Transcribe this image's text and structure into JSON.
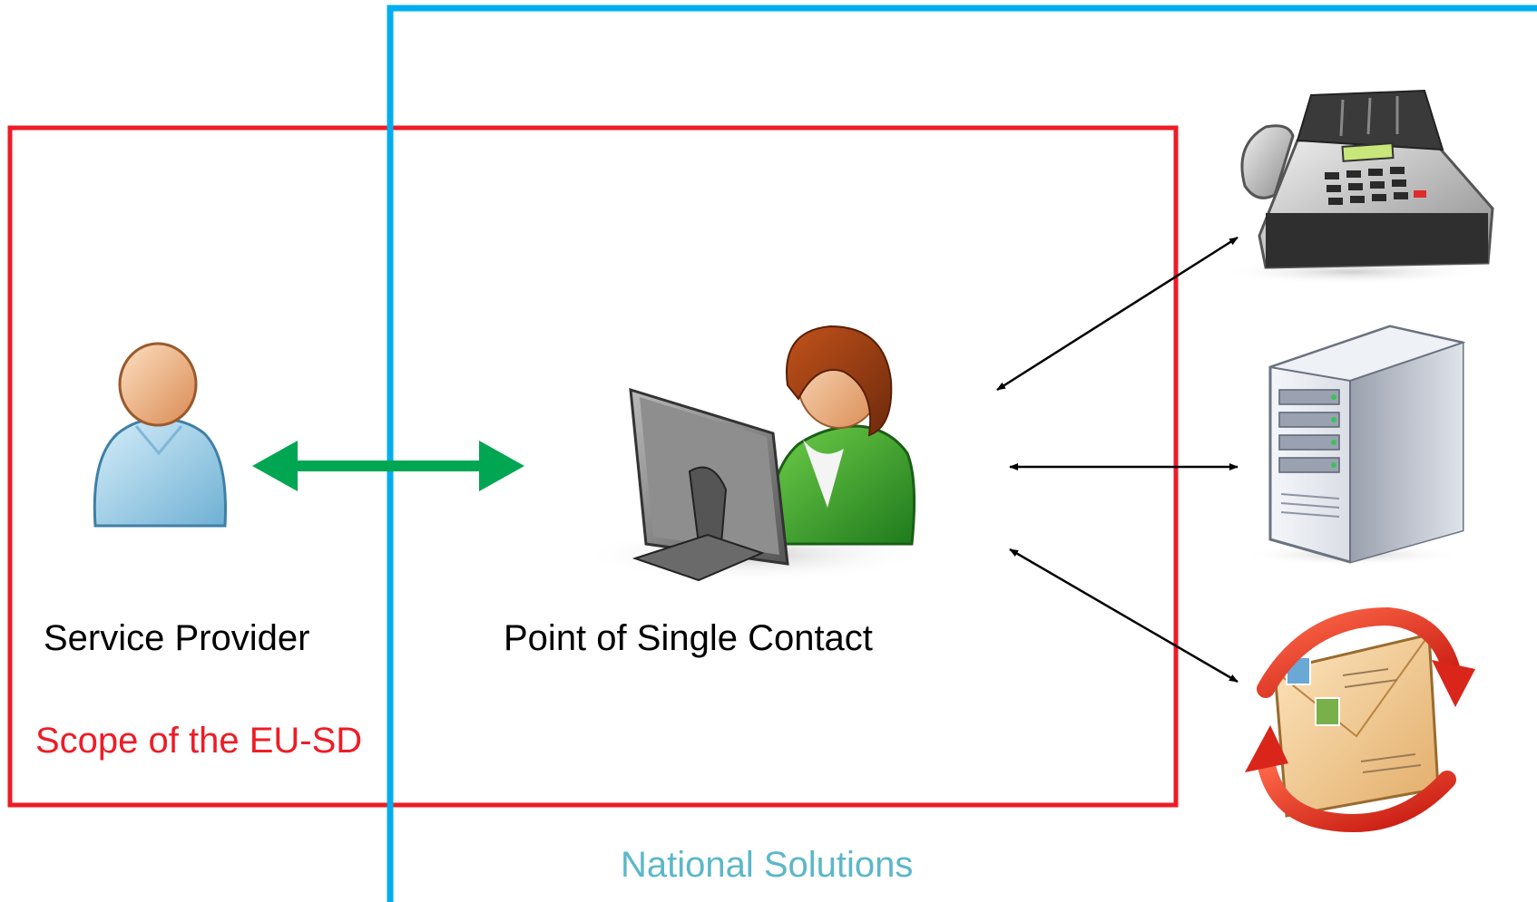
{
  "labels": {
    "service_provider": "Service Provider",
    "point_of_single_contact": "Point of Single Contact",
    "scope": "Scope of the EU-SD",
    "national": "National Solutions"
  },
  "colors": {
    "scope_frame": "#ee1c25",
    "national_frame": "#00aeef",
    "national_text": "#5bb7c9",
    "link_arrow": "#00a651",
    "channel_arrow": "#000000"
  },
  "icons": {
    "service_provider": "person-icon",
    "point_of_single_contact": "operator-at-computer-icon",
    "fax": "fax-machine-icon",
    "server": "server-tower-icon",
    "mail": "mail-sync-icon"
  }
}
